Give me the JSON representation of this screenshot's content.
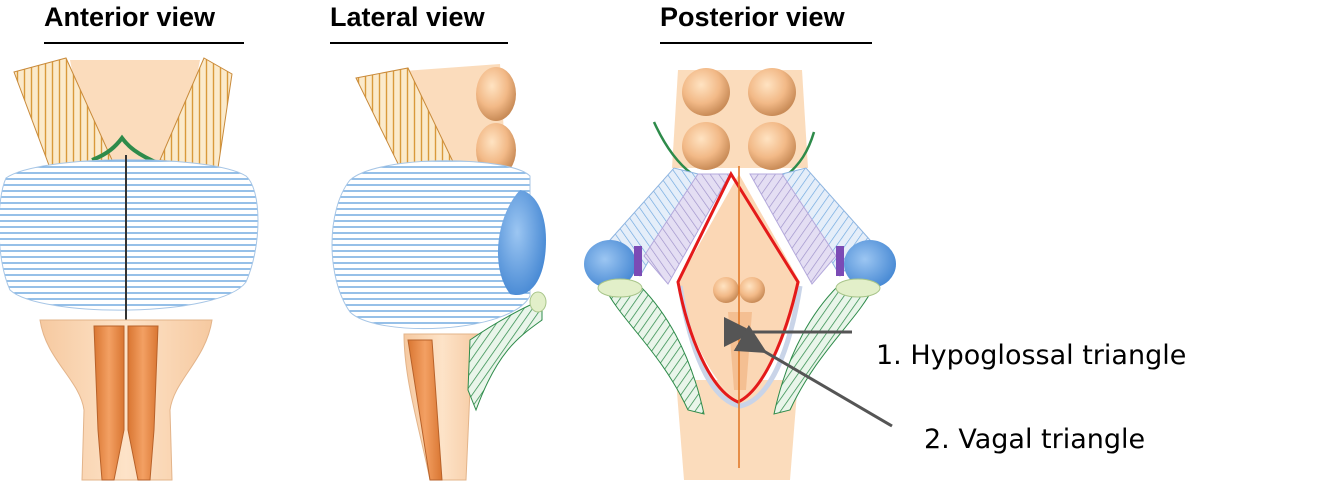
{
  "views": {
    "anterior": "Anterior view",
    "lateral": "Lateral view",
    "posterior": "Posterior view"
  },
  "labels": [
    {
      "number": "1.",
      "text": "Hypoglossal triangle"
    },
    {
      "number": "2.",
      "text": "Vagal triangle"
    }
  ],
  "colors": {
    "pons_blue": "#4a8fd6",
    "stripe_tan": "#d99a3b",
    "cerebellar_peduncle_green": "#2e8b4a",
    "triangle_outline_red": "#e41a1a",
    "skin_tone": "#f7cfa8",
    "orange_pyramid": "#e98a4a"
  }
}
